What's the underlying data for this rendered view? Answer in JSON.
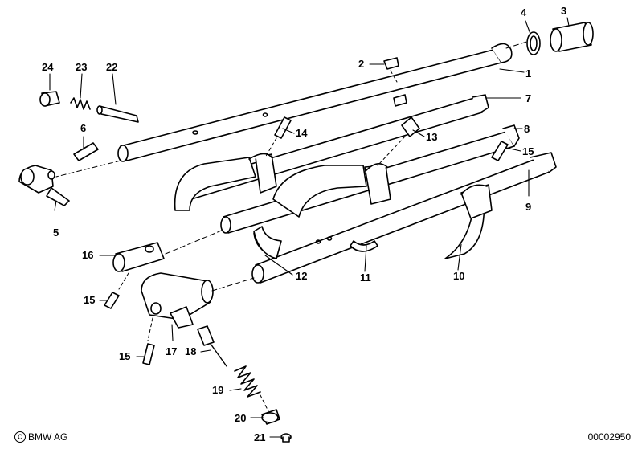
{
  "copyright": {
    "symbol": "C",
    "text": "BMW AG"
  },
  "doc_number": "00002950",
  "callouts": [
    "1",
    "2",
    "3",
    "4",
    "5",
    "6",
    "7",
    "8",
    "9",
    "10",
    "11",
    "12",
    "13",
    "14",
    "15",
    "15",
    "15",
    "16",
    "17",
    "18",
    "19",
    "20",
    "21",
    "22",
    "23",
    "24"
  ]
}
